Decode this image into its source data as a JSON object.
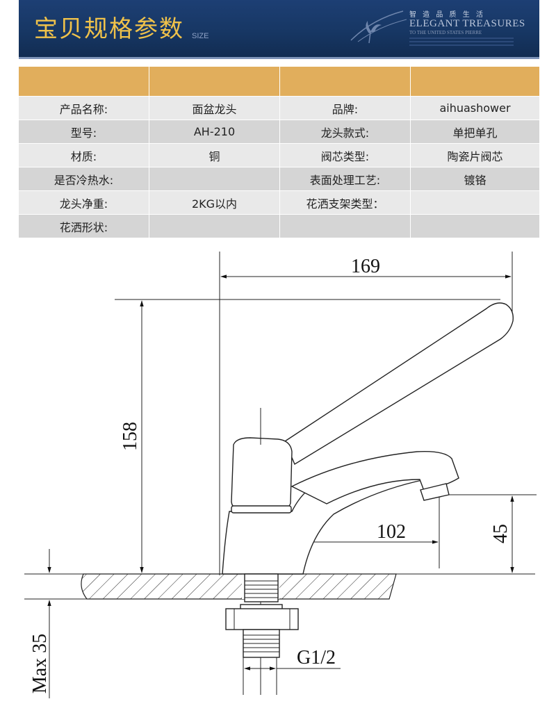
{
  "header": {
    "title": "宝贝规格参数",
    "subtitle": "SIZE",
    "tagline_cn": "智 造 品 质 生 活",
    "tagline_en": "ELEGANT TREASURES",
    "tagline_small": "TO THE UNITED STATES PIERRE"
  },
  "specs": {
    "header_cells": [
      "",
      "",
      "",
      ""
    ],
    "rows": [
      [
        "产品名称:",
        "面盆龙头",
        "品牌:",
        "aihuashower"
      ],
      [
        "型号:",
        "AH-210",
        "龙头款式:",
        "单把单孔"
      ],
      [
        "材质:",
        "铜",
        "阀芯类型:",
        "陶瓷片阀芯"
      ],
      [
        "是否冷热水:",
        "",
        "表面处理工艺:",
        "镀铬"
      ],
      [
        "龙头净重:",
        "2KG以内",
        "花洒支架类型：",
        ""
      ],
      [
        "花洒形状:",
        "",
        "",
        ""
      ]
    ]
  },
  "drawing": {
    "dim_width": "169",
    "dim_height": "158",
    "dim_reach": "102",
    "dim_spout_height": "45",
    "dim_max_thickness": "Max 35",
    "dim_thread": "G1/2"
  },
  "colors": {
    "banner": "#173764",
    "title": "#f0c24a",
    "table_header": "#e1ae5c",
    "row_light": "#e9e9e9",
    "row_dark": "#d5d5d5"
  }
}
